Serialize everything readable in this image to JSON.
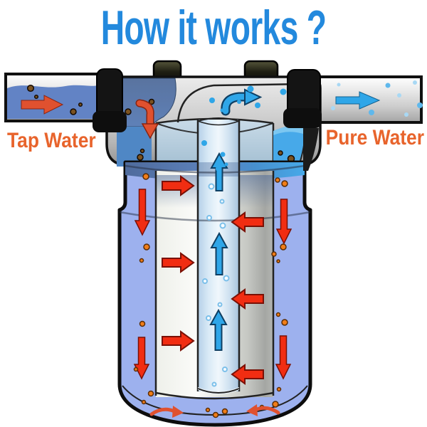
{
  "title": {
    "text": "How it works ?"
  },
  "labels": {
    "tap_water": "Tap Water",
    "pure_water": "Pure Water"
  },
  "colors": {
    "title_blue": "#2389dd",
    "label_orange": "#e8642c",
    "flow_red": "#f12d12",
    "flow_red_soft": "#e0512f",
    "flow_cyan": "#2fa6e8",
    "tap_water_blue": "#6283c5",
    "inlet_blob_blue": "#57719e",
    "filtered_water_blue": "#47a9e9",
    "jacket_blue": "#9db1ee",
    "impurity_brown": "#7a5220",
    "impurity_orange": "#f07d18",
    "bubble_light_blue": "#a8d8f4",
    "bubble_mid_blue": "#5fb8ec"
  }
}
